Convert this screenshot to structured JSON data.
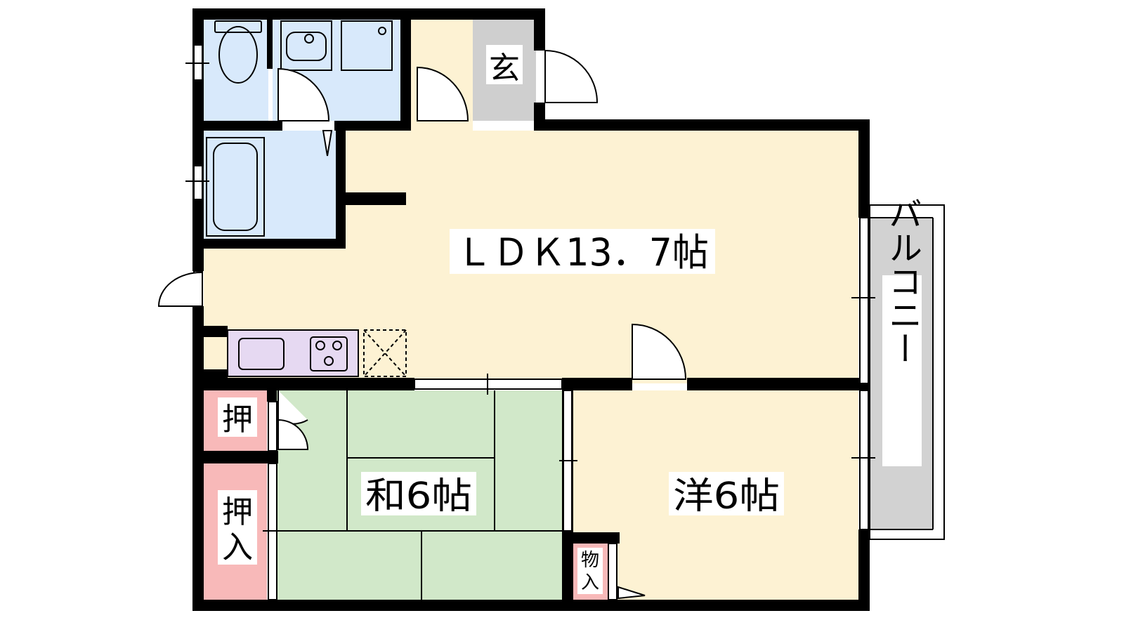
{
  "colors": {
    "wall": "#000000",
    "ldk": "#fdf2d3",
    "wet_area": "#d8e9fb",
    "entrance": "#cfcfcf",
    "washitsu": "#d1e8c9",
    "closet": "#f8b9b9",
    "kitchen": "#e6d9f2",
    "balcony": "#d2d2d2",
    "white": "#ffffff"
  },
  "rooms": {
    "ldk": "ＬＤＫ13．7帖",
    "washitsu": "和6帖",
    "youshitsu": "洋6帖",
    "genkan": "玄",
    "balcony": "バルコニー",
    "oshi_small": "押",
    "oshiire_1": "押",
    "oshiire_2": "入",
    "mono_1": "物",
    "mono_2": "入"
  }
}
